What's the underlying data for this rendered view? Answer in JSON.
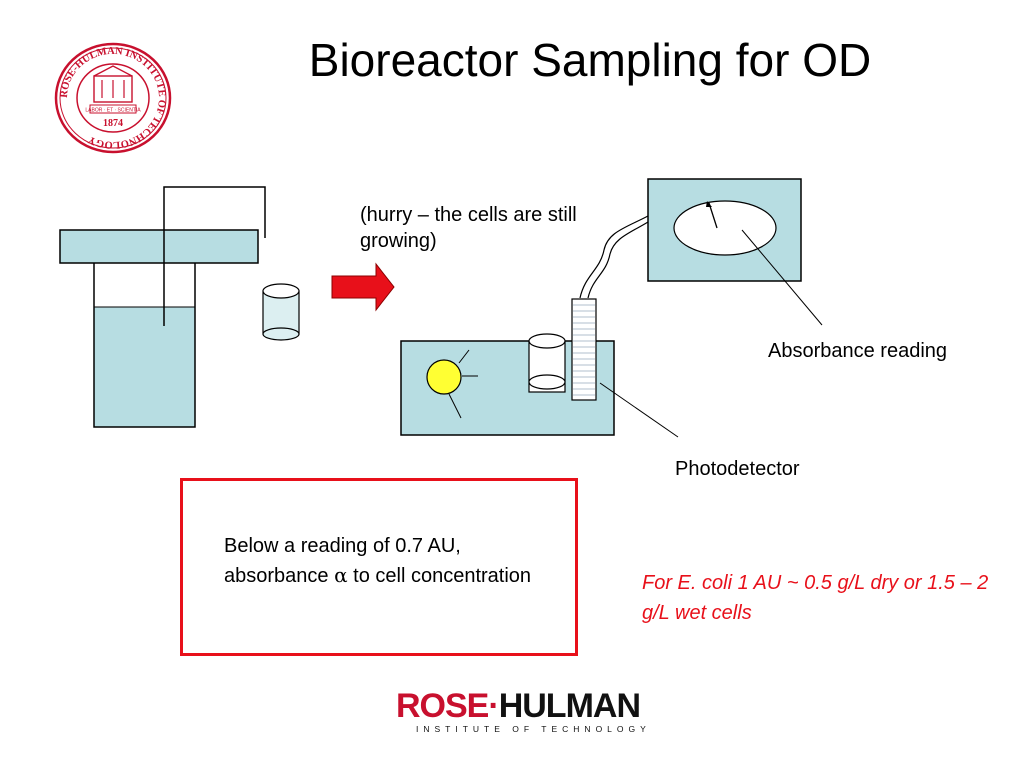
{
  "title": "Bioreactor Sampling for OD",
  "diagram": {
    "hurry_note": "(hurry – the cells are still growing)",
    "absorbance_label": "Absorbance reading",
    "photodetector_label": "Photodetector"
  },
  "callout_box": {
    "text_before": "Below a reading of 0.7 AU, absorbance ",
    "alpha_symbol": "α",
    "text_after": " to cell concentration"
  },
  "note": "For E. coli 1 AU ~ 0.5 g/L dry or 1.5 – 2 g/L wet cells",
  "seal": {
    "ring_text": "ROSE-HULMAN INSTITUTE OF TECHNOLOGY",
    "year": "1874",
    "motto": "LABOR · ET · SCIENTIA"
  },
  "logo": {
    "rose": "ROSE",
    "dot": "·",
    "hulman": "HULMAN",
    "subtitle": "INSTITUTE OF TECHNOLOGY"
  },
  "colors": {
    "liquid": "#b7dde2",
    "accent_red": "#e8101a",
    "seal_red": "#c8102e",
    "lamp": "#ffff33"
  }
}
